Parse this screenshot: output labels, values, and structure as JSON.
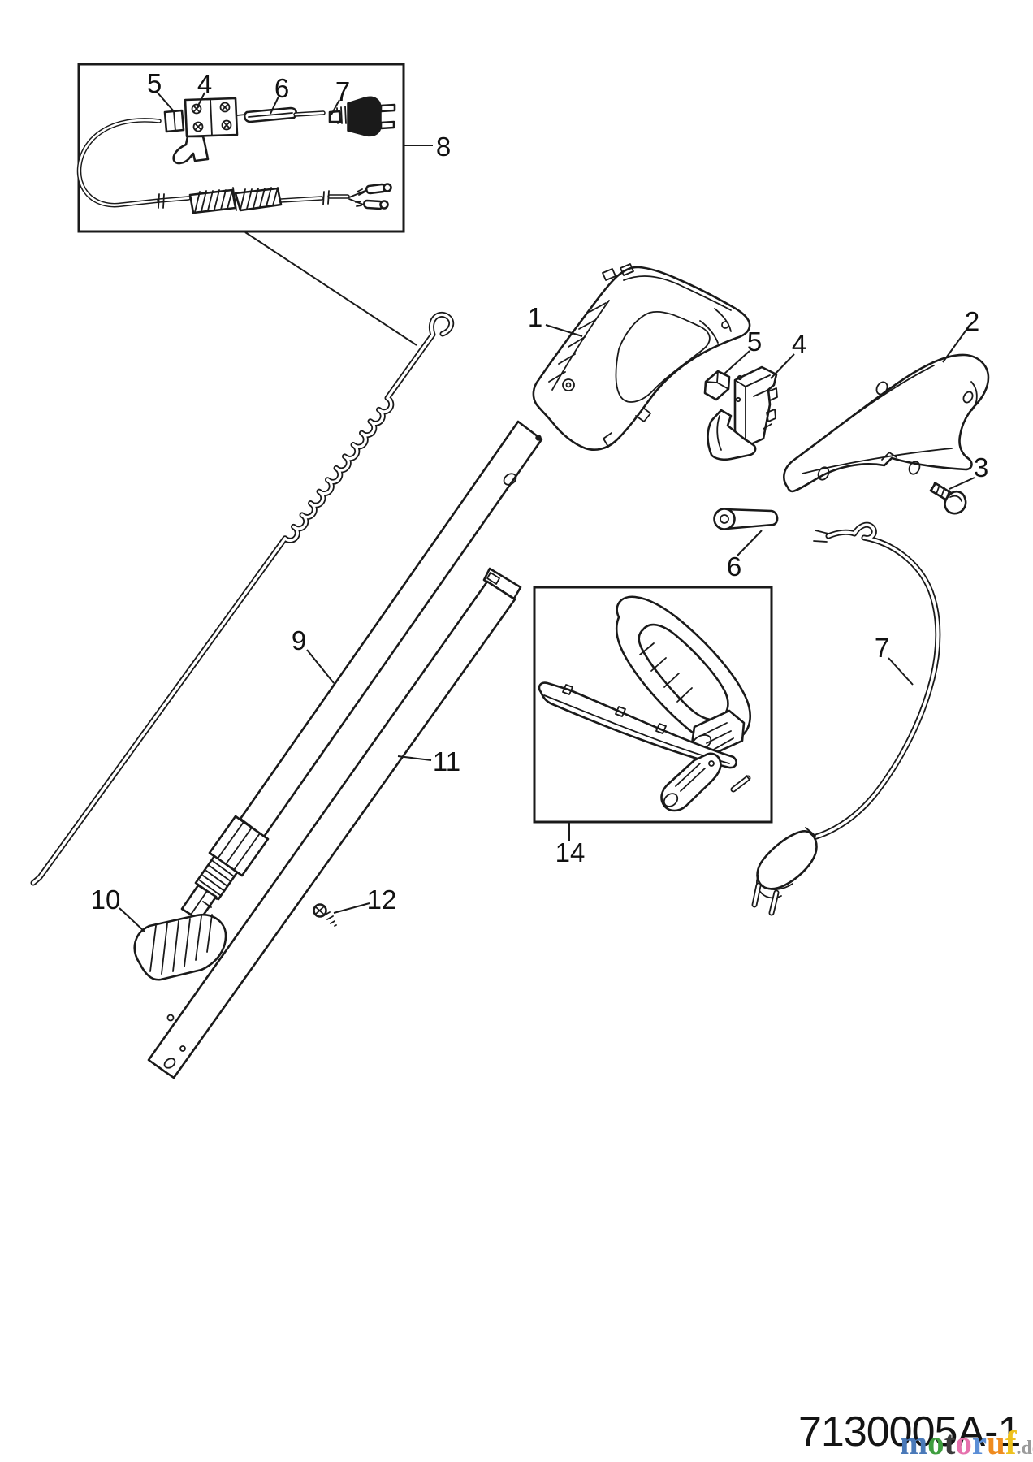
{
  "part_labels": {
    "housing_left": "1",
    "housing_right": "2",
    "screw": "3",
    "switch": "4",
    "cable_clamp": "5",
    "bushing": "6",
    "power_cord": "7",
    "cable_assembly": "8",
    "upper_shaft": "9",
    "coupling_knob": "10",
    "lower_shaft": "11",
    "screw_small": "12",
    "handle_assembly": "14"
  },
  "inset_labels": {
    "cable_clamp": "5",
    "switch": "4",
    "sleeve": "6",
    "cord": "7"
  },
  "footer": {
    "drawing_number": "7130005A-1"
  },
  "watermark": {
    "letters": [
      {
        "ch": "m",
        "style": "color:#4a79b8"
      },
      {
        "ch": "o",
        "style": "color:#3f9e3f"
      },
      {
        "ch": "t",
        "style": "color:#3a3a3a"
      },
      {
        "ch": "o",
        "style": "color:#e671ad"
      },
      {
        "ch": "r",
        "style": "color:#5b8ed6"
      },
      {
        "ch": "u",
        "style": "color:#ef8b1f"
      },
      {
        "ch": "f",
        "style": "color:#eec11e"
      }
    ],
    "suffix": ".de",
    "suffix_color": "#9b9b9b"
  },
  "colors": {
    "line": "#1a1a1a",
    "background": "#ffffff"
  }
}
